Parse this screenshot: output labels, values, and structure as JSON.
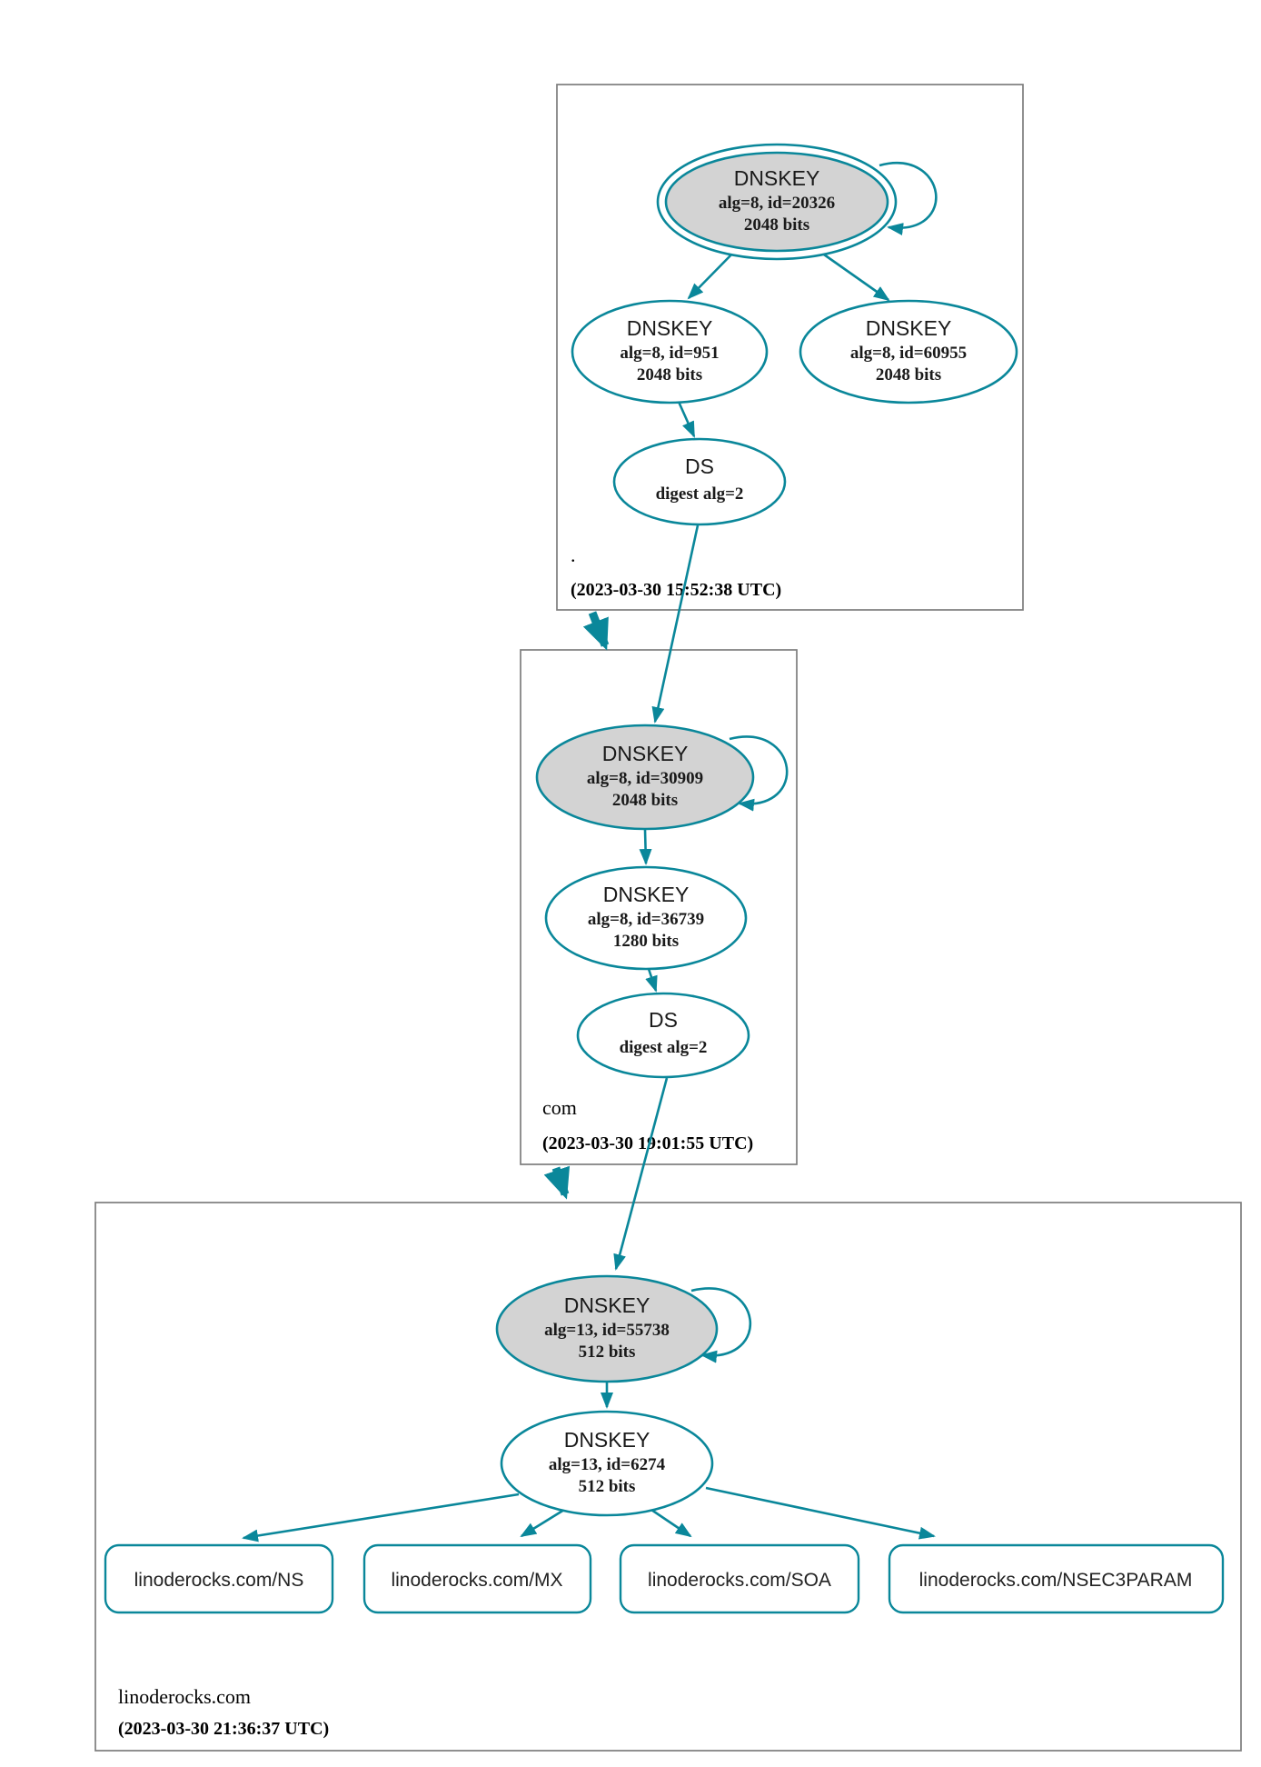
{
  "colors": {
    "secure": "#0a879a",
    "ksk_fill": "#d3d3d3",
    "node_fill": "#ffffff",
    "zone_box_border": "#7d7d7d",
    "text": "#1a1a1a"
  },
  "zones": [
    {
      "label": ".",
      "timestamp": "(2023-03-30 15:52:38 UTC)",
      "nodes": {
        "ksk": {
          "title": "DNSKEY",
          "alg": "alg=8, id=20326",
          "bits": "2048 bits"
        },
        "zsk1": {
          "title": "DNSKEY",
          "alg": "alg=8, id=951",
          "bits": "2048 bits"
        },
        "zsk2": {
          "title": "DNSKEY",
          "alg": "alg=8, id=60955",
          "bits": "2048 bits"
        },
        "ds": {
          "title": "DS",
          "digest": "digest alg=2"
        }
      }
    },
    {
      "label": "com",
      "timestamp": "(2023-03-30 19:01:55 UTC)",
      "nodes": {
        "ksk": {
          "title": "DNSKEY",
          "alg": "alg=8, id=30909",
          "bits": "2048 bits"
        },
        "zsk": {
          "title": "DNSKEY",
          "alg": "alg=8, id=36739",
          "bits": "1280 bits"
        },
        "ds": {
          "title": "DS",
          "digest": "digest alg=2"
        }
      }
    },
    {
      "label": "linoderocks.com",
      "timestamp": "(2023-03-30 21:36:37 UTC)",
      "nodes": {
        "ksk": {
          "title": "DNSKEY",
          "alg": "alg=13, id=55738",
          "bits": "512 bits"
        },
        "zsk": {
          "title": "DNSKEY",
          "alg": "alg=13, id=6274",
          "bits": "512 bits"
        },
        "rrsets": [
          {
            "label": "linoderocks.com/NS"
          },
          {
            "label": "linoderocks.com/MX"
          },
          {
            "label": "linoderocks.com/SOA"
          },
          {
            "label": "linoderocks.com/NSEC3PARAM"
          }
        ]
      }
    }
  ]
}
